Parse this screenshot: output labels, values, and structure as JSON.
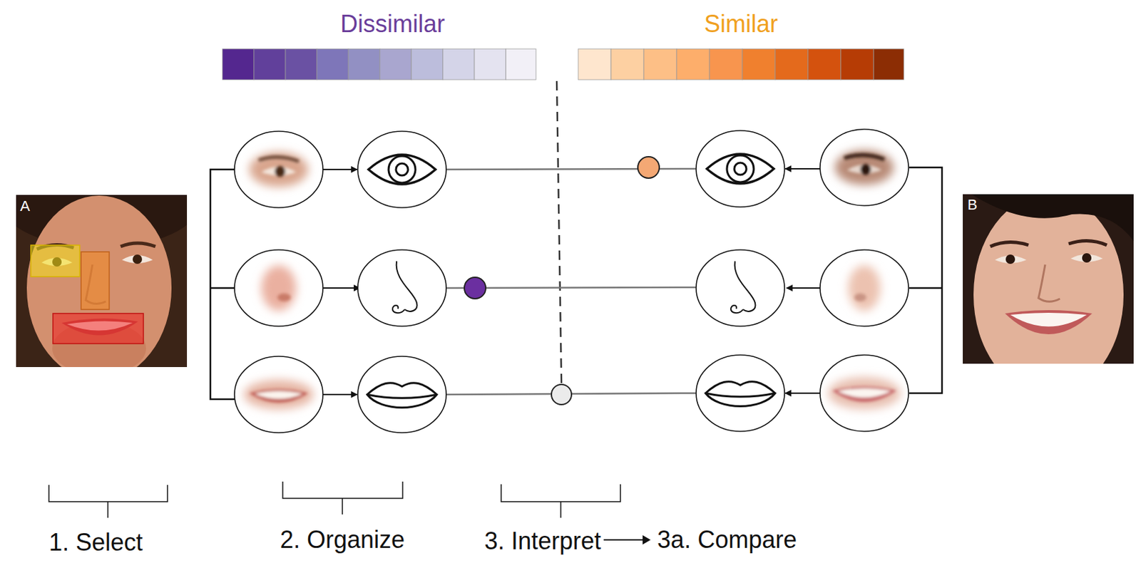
{
  "diagram": {
    "labels": [
      "Dissimilar",
      "Similar",
      "A",
      "B",
      "1. Select",
      "2. Organize",
      "3. Interpret",
      "3a. Compare"
    ]
  }
}
